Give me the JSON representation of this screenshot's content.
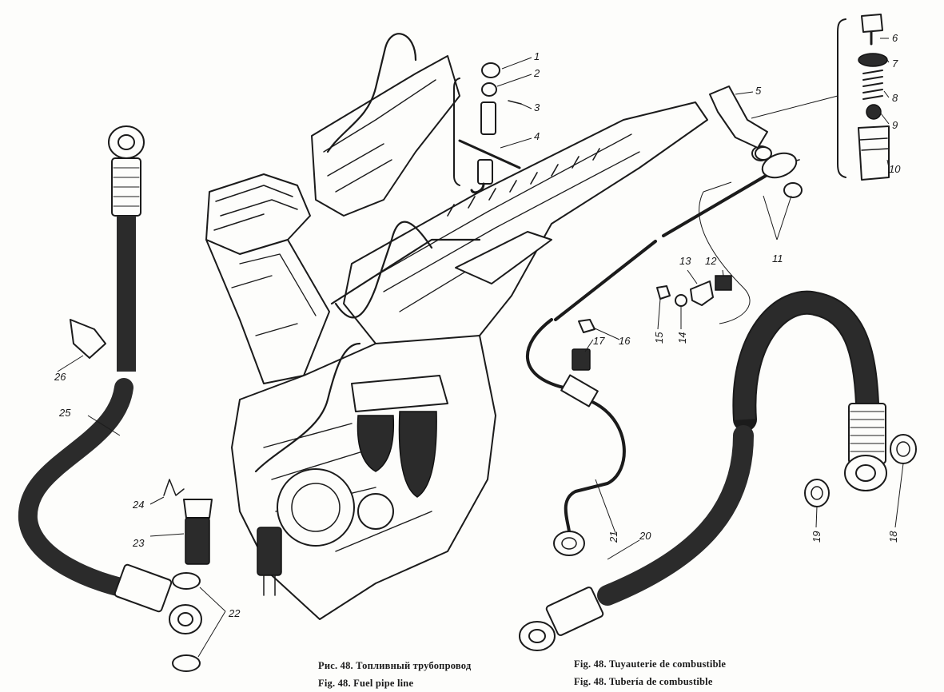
{
  "captions": {
    "ru": "Рис. 48. Топливный трубопровод",
    "en": "Fig. 48. Fuel pipe line",
    "fr": "Fig. 48. Tuyauterie de combustible",
    "es": "Fig. 48. Tubería de combustible"
  },
  "callouts": [
    "1",
    "2",
    "3",
    "4",
    "5",
    "6",
    "7",
    "8",
    "9",
    "10",
    "11",
    "12",
    "13",
    "14",
    "15",
    "16",
    "17",
    "18",
    "19",
    "20",
    "21",
    "22",
    "23",
    "24",
    "25",
    "26"
  ],
  "colors": {
    "ink": "#1b1b1b",
    "paper": "#fdfdfb",
    "hose": "#2b2b2b"
  }
}
